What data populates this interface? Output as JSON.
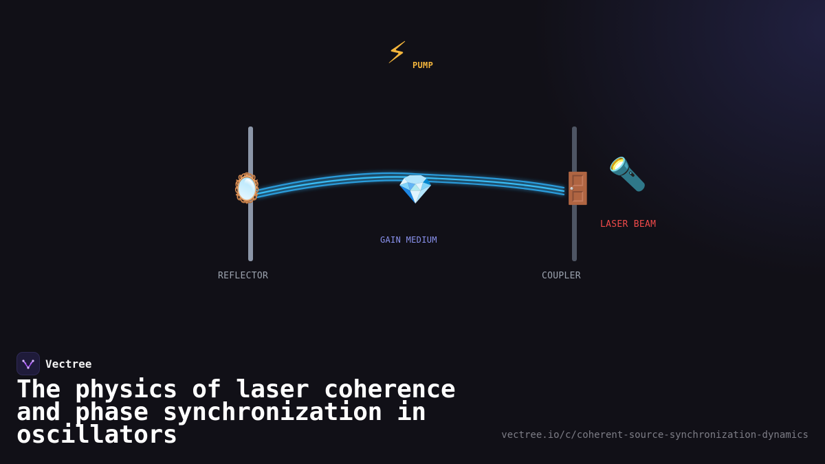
{
  "diagram": {
    "pump": {
      "icon": "lightning-bolt-icon",
      "glyph": "⚡",
      "label": "PUMP",
      "color": "#f3b53c"
    },
    "reflector": {
      "icon": "mirror-icon",
      "glyph": "🪞",
      "label": "REFLECTOR",
      "color": "#9ca3af"
    },
    "gain_medium": {
      "icon": "gem-icon",
      "glyph": "💎",
      "label": "GAIN MEDIUM",
      "color": "#8b93f0"
    },
    "coupler": {
      "icon": "door-icon",
      "glyph": "🚪",
      "label": "COUPLER",
      "color": "#9ca3af"
    },
    "laser_beam": {
      "icon": "flashlight-icon",
      "glyph": "🔦",
      "label": "LASER BEAM",
      "color": "#ef4a4a"
    },
    "beam_color": "#38bdf8"
  },
  "brand": {
    "name": "Vectree",
    "logo": "vectree-logo-icon"
  },
  "headline": "The physics of laser coherence and phase synchronization in oscillators",
  "url": "vectree.io/c/coherent-source-synchronization-dynamics"
}
